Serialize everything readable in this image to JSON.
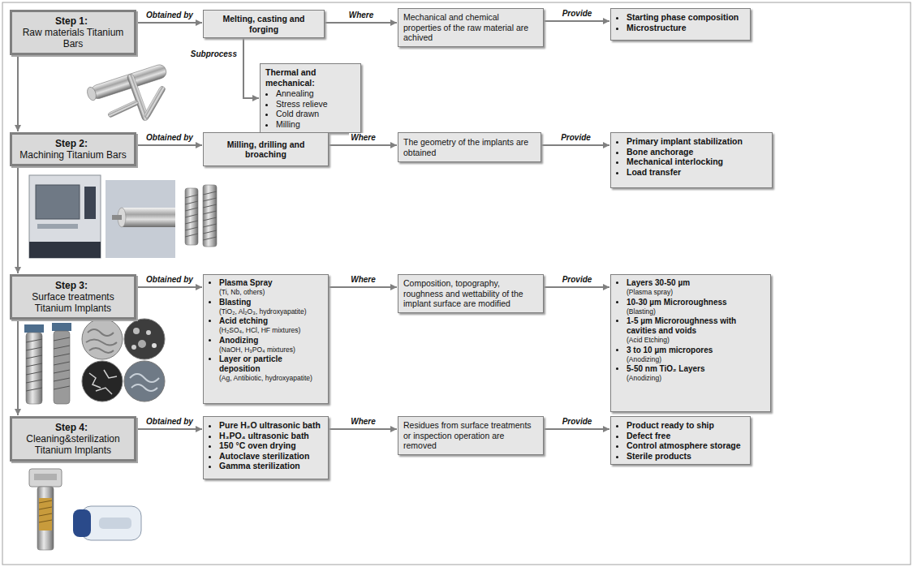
{
  "diagram": {
    "nodes": [
      {
        "text": [
          "Step 1:",
          "Raw materials Titanium Bars"
        ]
      },
      {
        "text": [
          "Melting, casting and forging"
        ]
      },
      {
        "text": [
          "Mechanical and chemical properties of the raw material are achived"
        ]
      },
      {
        "text": [
          "Starting phase composition",
          "Microstructure"
        ]
      },
      {
        "text": [
          "Thermal and mechanical:",
          "Annealing",
          "Stress relieve",
          "Cold drawn",
          "Milling"
        ]
      },
      {
        "text": [
          "Step 2:",
          "Machining Titanium Bars"
        ]
      },
      {
        "text": [
          "Milling, drilling and broaching"
        ]
      },
      {
        "text": [
          "The geometry of the implants are obtained"
        ]
      },
      {
        "text": [
          "Primary implant stabilization",
          "Bone anchorage",
          "Mechanical interlocking",
          "Load transfer"
        ]
      },
      {
        "text": [
          "Step 3:",
          "Surface treatments Titanium Implants"
        ]
      },
      {
        "text": [
          "Plasma Spray",
          "(Ti, Nb, others)",
          "Blasting",
          "(TiO₂, Al₂O₃, hydroxyapatite)",
          "Acid etching",
          "(H₂SO₄, HCl, HF mixtures)",
          "Anodizing",
          "(NaOH, H₃PO₄ mixtures)",
          "Layer or particle deposition",
          "(Ag, Antibiotic, hydroxyapatite)"
        ]
      },
      {
        "text": [
          "Composition, topography, roughness and wettability of the implant surface are modified"
        ]
      },
      {
        "text": [
          "Layers 30-50 µm",
          "(Plasma spray)",
          "10-30 µm Microroughness",
          "(Blasting)",
          "1-5 µm Microroughness with cavities and voids",
          "(Acid Etching)",
          "3 to 10 µm micropores",
          "(Anodizing)",
          "5-50 nm TiO₂ Layers",
          "(Anodizing)"
        ]
      },
      {
        "text": [
          "Step 4:",
          "Cleaning&sterilization Titanium Implants"
        ]
      },
      {
        "text": [
          "Pure H₂O ultrasonic bath",
          "H₃PO₄ ultrasonic bath",
          "150 °C oven drying",
          "Autoclave sterilization",
          "Gamma sterilization"
        ]
      },
      {
        "text": [
          "Residues from surface treatments or inspection operation are removed"
        ]
      },
      {
        "text": [
          "Product ready to ship",
          "Defect free",
          "Control atmosphere storage",
          "Sterile products"
        ]
      }
    ],
    "edges": [
      {
        "from": 0,
        "to": 1,
        "label": "Obtained by",
        "arrow": "to"
      },
      {
        "from": 1,
        "to": 2,
        "label": "Where",
        "arrow": "to"
      },
      {
        "from": 2,
        "to": 3,
        "label": "Provide",
        "arrow": "to"
      },
      {
        "from": 1,
        "to": 4,
        "label": "Subprocess",
        "arrow": "to"
      },
      {
        "from": 0,
        "to": 5,
        "arrow": "to"
      },
      {
        "from": 5,
        "to": 6,
        "label": "Obtained by",
        "arrow": "to"
      },
      {
        "from": 6,
        "to": 7,
        "label": "Where",
        "arrow": "to"
      },
      {
        "from": 7,
        "to": 8,
        "label": "Provide",
        "arrow": "to"
      },
      {
        "from": 5,
        "to": 9,
        "arrow": "to"
      },
      {
        "from": 9,
        "to": 10,
        "label": "Obtained by",
        "arrow": "to"
      },
      {
        "from": 10,
        "to": 11,
        "label": "Where",
        "arrow": "to"
      },
      {
        "from": 11,
        "to": 12,
        "label": "Provide",
        "arrow": "to"
      },
      {
        "from": 9,
        "to": 13,
        "arrow": "to"
      },
      {
        "from": 13,
        "to": 14,
        "label": "Obtained by",
        "arrow": "to"
      },
      {
        "from": 14,
        "to": 15,
        "label": "Where",
        "arrow": "to"
      },
      {
        "from": 15,
        "to": 16,
        "label": "Provide",
        "arrow": "to"
      }
    ]
  }
}
